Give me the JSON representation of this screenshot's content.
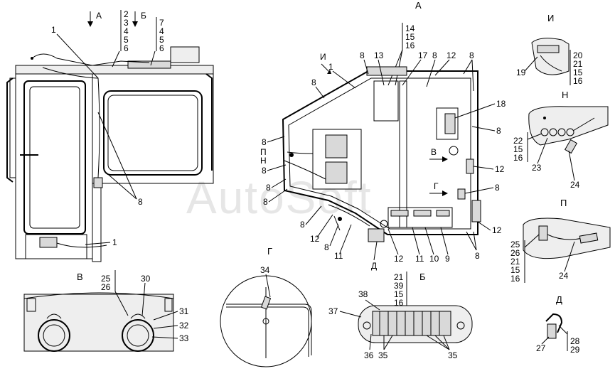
{
  "watermark": "AutoSoft",
  "views": {
    "A": "А",
    "B": "Б",
    "V": "В",
    "G": "Г",
    "D": "Д",
    "I": "И",
    "N": "Н",
    "P": "П"
  },
  "left_view": {
    "arrow_a": "А",
    "arrow_b": "Б",
    "stack_a": [
      "2",
      "3",
      "4",
      "5",
      "6"
    ],
    "stack_b": [
      "7",
      "4",
      "5",
      "6"
    ],
    "callouts": [
      "1",
      "8",
      "1"
    ]
  },
  "main_view": {
    "title": "А",
    "arrow_i": "И",
    "arrow_v": "В",
    "arrow_g": "Г",
    "label_p": "П",
    "label_n": "Н",
    "label_d": "Д",
    "stack_top": [
      "14",
      "15",
      "16"
    ],
    "callouts_top": [
      "8",
      "13",
      "17",
      "8",
      "12",
      "8",
      "1",
      "8"
    ],
    "callouts_left": [
      "8",
      "8",
      "8",
      "8"
    ],
    "callouts_right": [
      "18",
      "8",
      "12",
      "8",
      "12"
    ],
    "callouts_bottom": [
      "8",
      "12",
      "8",
      "11",
      "12",
      "11",
      "10",
      "9",
      "8"
    ]
  },
  "view_i": {
    "title": "И",
    "stack": [
      "20",
      "21",
      "15",
      "16"
    ],
    "callout": "19"
  },
  "view_n": {
    "title": "Н",
    "stack": [
      "22",
      "15",
      "16"
    ],
    "callouts": [
      "23",
      "24"
    ]
  },
  "view_p": {
    "title": "П",
    "stack": [
      "25",
      "26",
      "21",
      "15",
      "16"
    ],
    "callout": "24"
  },
  "view_v": {
    "title": "В",
    "stack": [
      "25",
      "26"
    ],
    "callouts": [
      "30",
      "31",
      "32",
      "33"
    ]
  },
  "view_g": {
    "title": "Г",
    "callout": "34"
  },
  "view_b": {
    "title": "Б",
    "stack": [
      "21",
      "39",
      "15",
      "16"
    ],
    "callouts_left": [
      "38",
      "37"
    ],
    "callouts_bottom": [
      "36",
      "35",
      "35"
    ]
  },
  "view_d": {
    "title": "Д",
    "callouts": [
      "27",
      "28",
      "29"
    ]
  }
}
